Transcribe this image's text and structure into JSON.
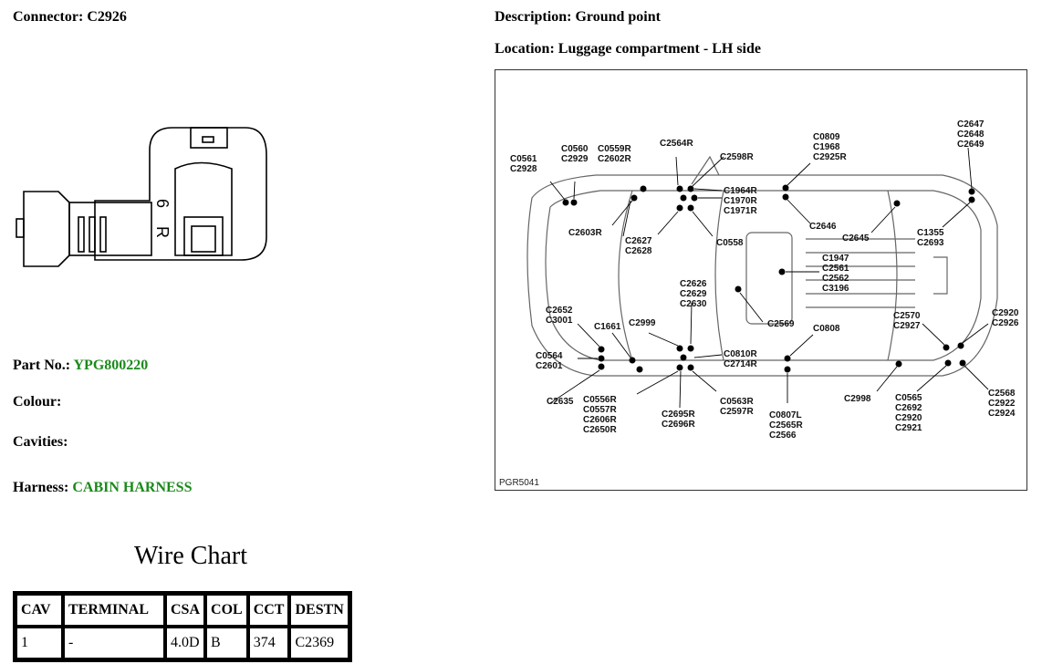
{
  "header": {
    "connector_label": "Connector:",
    "connector_value": "C2926",
    "description_label": "Description:",
    "description_value": "Ground point",
    "location_label": "Location:",
    "location_value": "Luggage compartment - LH side"
  },
  "connector_drawing": {
    "pin_marks": [
      "6",
      "R"
    ]
  },
  "details": {
    "part_no_label": "Part No.:",
    "part_no_value": "YPG800220",
    "colour_label": "Colour:",
    "colour_value": "",
    "cavities_label": "Cavities:",
    "cavities_value": "",
    "harness_label": "Harness:",
    "harness_value": "CABIN HARNESS",
    "value_color": "#1a8a1a"
  },
  "wire_chart": {
    "title": "Wire Chart",
    "headers": [
      "CAV",
      "TERMINAL",
      "CSA",
      "COL",
      "CCT",
      "DESTN"
    ],
    "rows": [
      [
        "1",
        "-",
        "4.0D",
        "B",
        "374",
        "C2369"
      ]
    ]
  },
  "location_diagram": {
    "ref": "PGR5041",
    "callouts": [
      [
        "C0561",
        "C2928"
      ],
      [
        "C0560",
        "C2929"
      ],
      [
        "C0559R",
        "C2602R"
      ],
      [
        "C2564R"
      ],
      [
        "C2598R"
      ],
      [
        "C0809",
        "C1968",
        "C2925R"
      ],
      [
        "C2647",
        "C2648",
        "C2649"
      ],
      [
        "C1964R",
        "C1970R",
        "C1971R"
      ],
      [
        "C2603R"
      ],
      [
        "C2627",
        "C2628"
      ],
      [
        "C0558"
      ],
      [
        "C2646"
      ],
      [
        "C2645"
      ],
      [
        "C1355",
        "C2693"
      ],
      [
        "C1947",
        "C2561",
        "C2562",
        "C3196"
      ],
      [
        "C2626",
        "C2629",
        "C2630"
      ],
      [
        "C2652",
        "C3001"
      ],
      [
        "C1661"
      ],
      [
        "C2999"
      ],
      [
        "C2569"
      ],
      [
        "C0808"
      ],
      [
        "C2570",
        "C2927"
      ],
      [
        "C2920",
        "C2926"
      ],
      [
        "C0564",
        "C2601"
      ],
      [
        "C0810R",
        "C2714R"
      ],
      [
        "C2635"
      ],
      [
        "C0556R",
        "C0557R",
        "C2606R",
        "C2650R"
      ],
      [
        "C2695R",
        "C2696R"
      ],
      [
        "C0563R",
        "C2597R"
      ],
      [
        "C0807L",
        "C2565R",
        "C2566"
      ],
      [
        "C2998"
      ],
      [
        "C0565",
        "C2692",
        "C2920",
        "C2921"
      ],
      [
        "C2568",
        "C2922",
        "C2924"
      ]
    ]
  }
}
